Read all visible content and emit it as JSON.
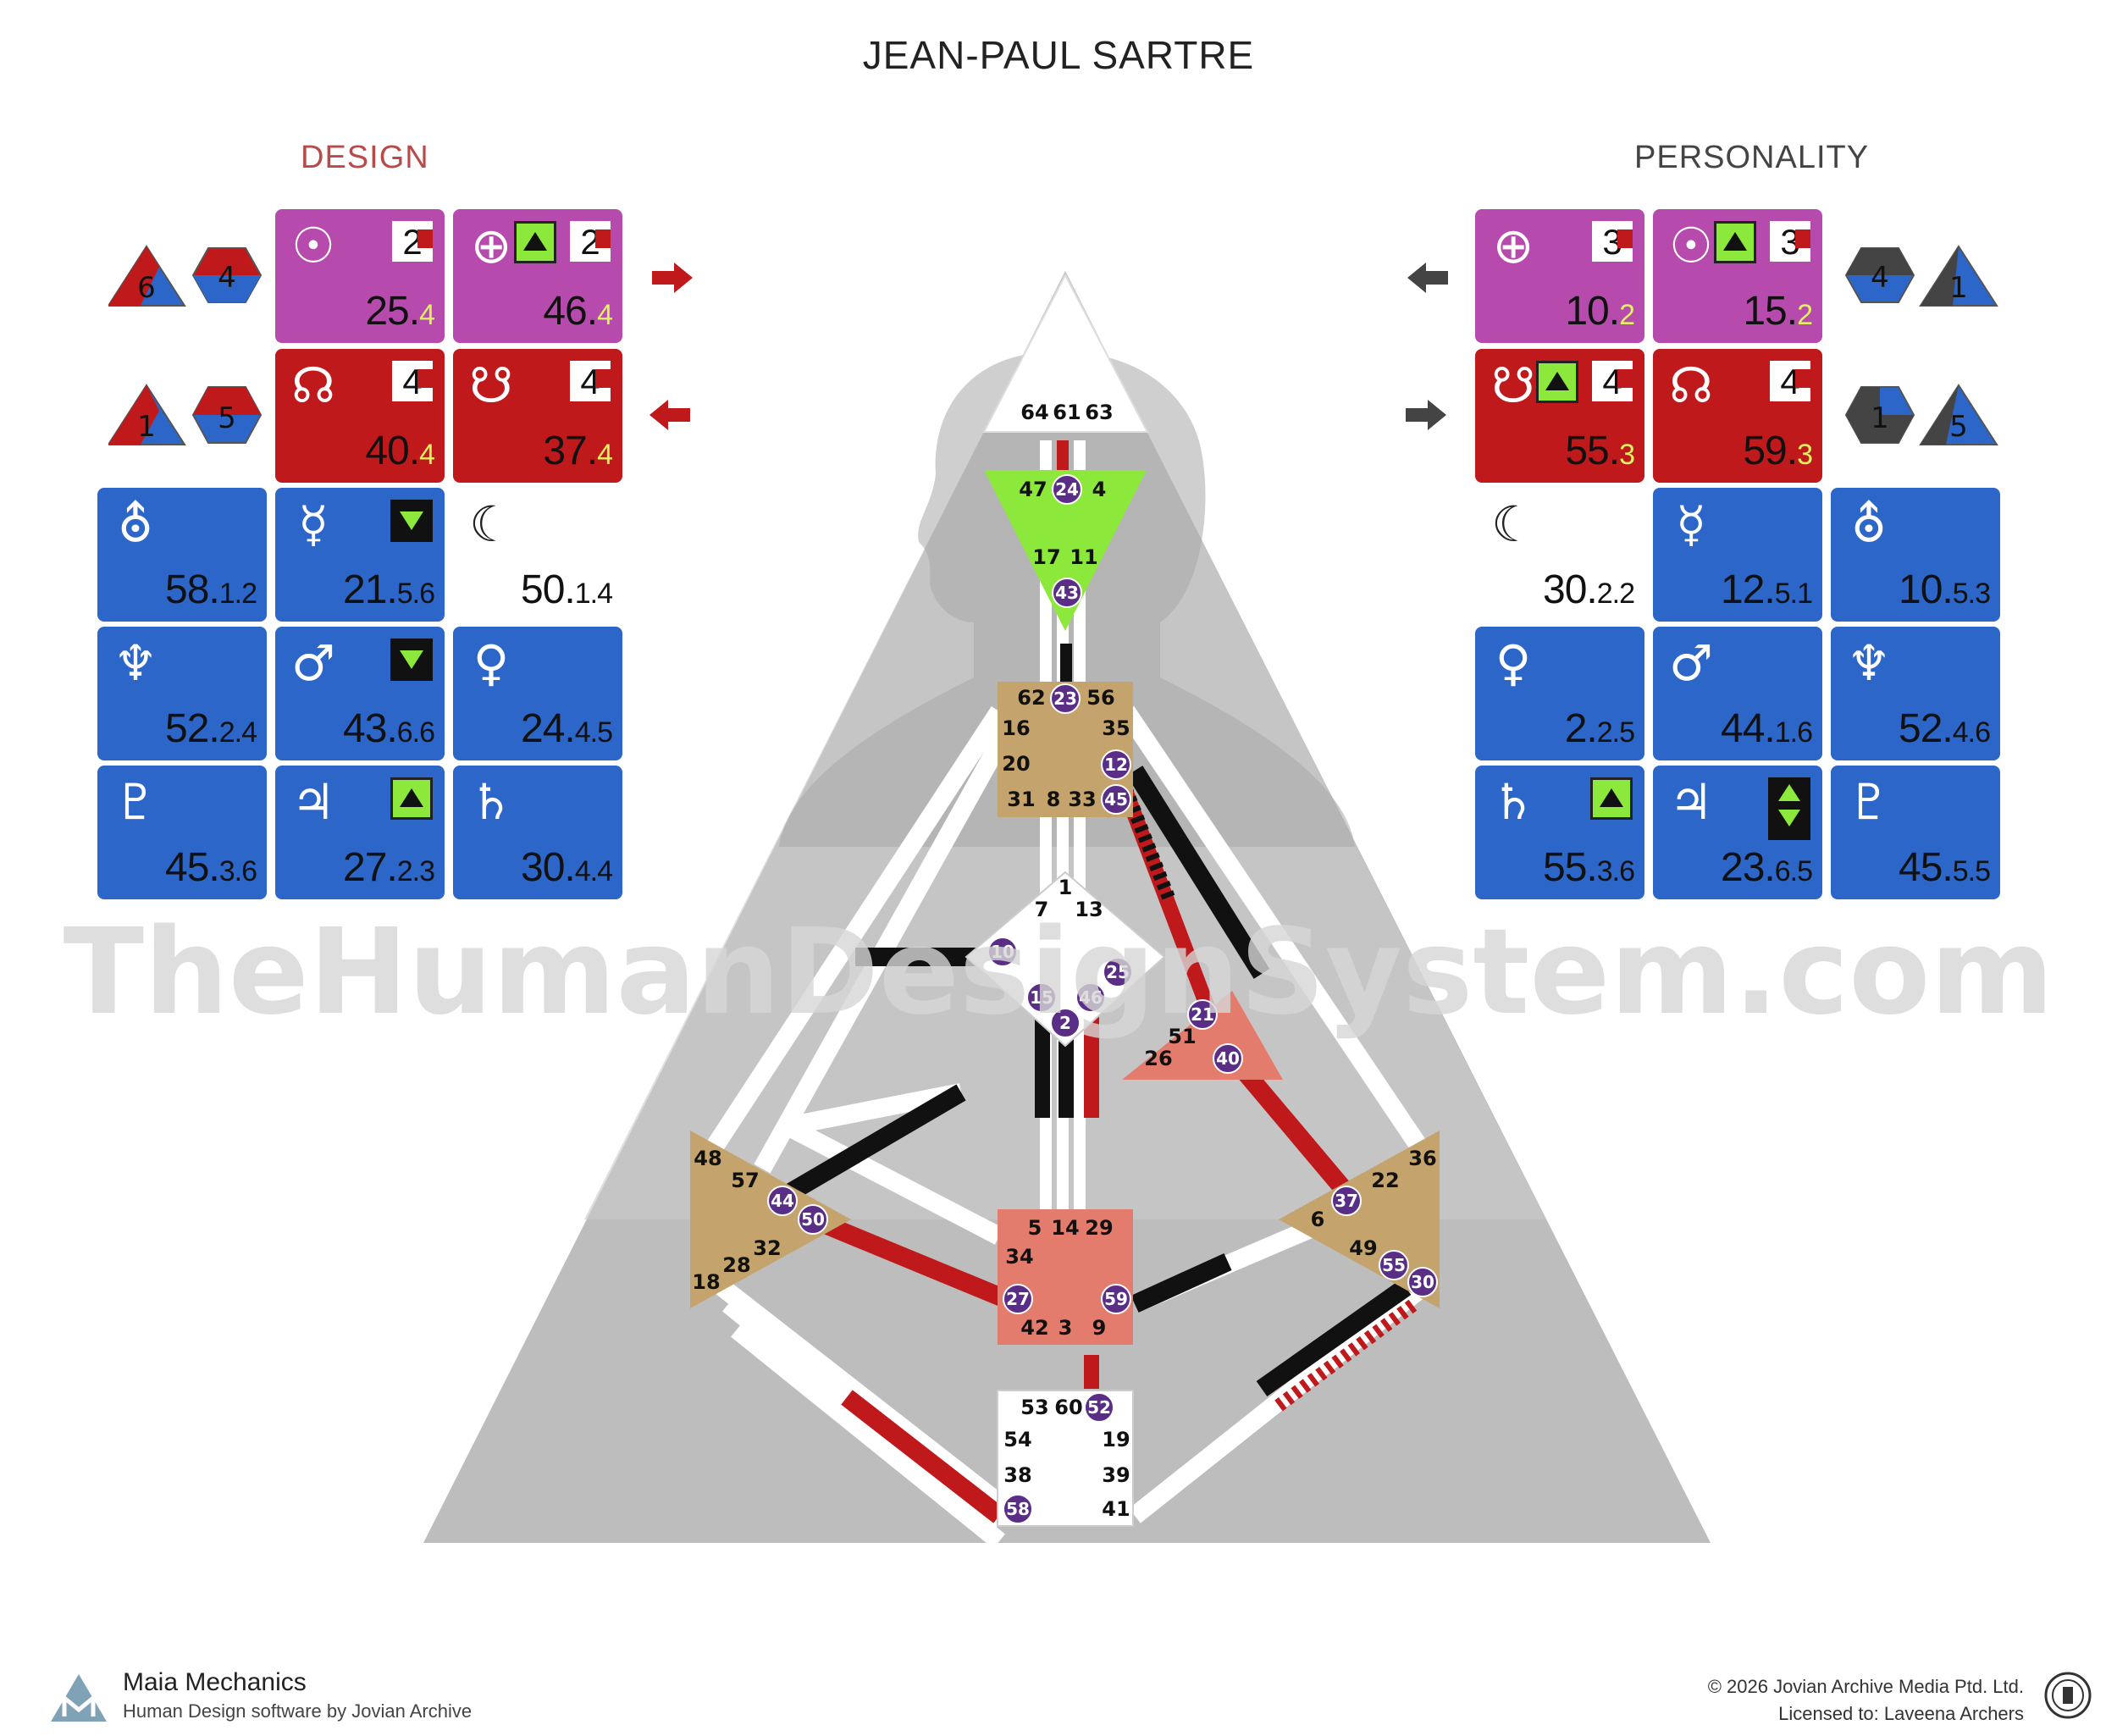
{
  "title": "JEAN-PAUL SARTRE",
  "design_label": "DESIGN",
  "personality_label": "PERSONALITY",
  "watermark": "TheHumanDesignSystem.com",
  "colors": {
    "design_red": "#c0191b",
    "pink": "#b64aad",
    "blue": "#2c66c8",
    "head_green": "#8ce83a",
    "tan": "#c4a46c",
    "salmon": "#e47c6d"
  },
  "design": {
    "side_shapes": [
      {
        "row": 1,
        "left": "6",
        "right": "4"
      },
      {
        "row": 2,
        "left": "1",
        "right": "5"
      }
    ],
    "tiles": [
      {
        "planet": "sun-icon",
        "glyph": "☉",
        "value": "25.",
        "sub": "4",
        "badge": "2"
      },
      {
        "planet": "earth-icon",
        "glyph": "⊕",
        "value": "46.",
        "sub": "4",
        "badge": "2",
        "arrow": "up"
      },
      {
        "planet": "north-node-icon",
        "glyph": "☊",
        "value": "40.",
        "sub": "4",
        "badge": "4"
      },
      {
        "planet": "south-node-icon",
        "glyph": "☋",
        "value": "37.",
        "sub": "4",
        "badge": "4"
      },
      {
        "planet": "uranus-icon",
        "glyph": "⛢",
        "value": "58.",
        "sub": "1.2"
      },
      {
        "planet": "mercury-icon",
        "glyph": "☿",
        "value": "21.",
        "sub": "5.6",
        "arrow": "down"
      },
      {
        "planet": "moon-icon",
        "glyph": "☾",
        "value": "50.",
        "sub": "1.4"
      },
      {
        "planet": "neptune-icon",
        "glyph": "♆",
        "value": "52.",
        "sub": "2.4"
      },
      {
        "planet": "mars-icon",
        "glyph": "♂",
        "value": "43.",
        "sub": "6.6",
        "arrow": "down"
      },
      {
        "planet": "venus-icon",
        "glyph": "♀",
        "value": "24.",
        "sub": "4.5"
      },
      {
        "planet": "pluto-icon",
        "glyph": "♇",
        "value": "45.",
        "sub": "3.6"
      },
      {
        "planet": "jupiter-icon",
        "glyph": "♃",
        "value": "27.",
        "sub": "2.3",
        "arrow": "up"
      },
      {
        "planet": "saturn-icon",
        "glyph": "♄",
        "value": "30.",
        "sub": "4.4"
      }
    ]
  },
  "personality": {
    "side_shapes": [
      {
        "row": 1,
        "left": "4",
        "right": "1"
      },
      {
        "row": 2,
        "left": "1",
        "right": "5"
      }
    ],
    "tiles": [
      {
        "planet": "earth-icon",
        "glyph": "⊕",
        "value": "10.",
        "sub": "2",
        "badge": "3"
      },
      {
        "planet": "sun-icon",
        "glyph": "☉",
        "value": "15.",
        "sub": "2",
        "badge": "3",
        "arrow": "up"
      },
      {
        "planet": "south-node-icon",
        "glyph": "☋",
        "value": "55.",
        "sub": "3",
        "badge": "4",
        "arrow": "up"
      },
      {
        "planet": "north-node-icon",
        "glyph": "☊",
        "value": "59.",
        "sub": "3",
        "badge": "4"
      },
      {
        "planet": "moon-icon",
        "glyph": "☾",
        "value": "30.",
        "sub": "2.2"
      },
      {
        "planet": "mercury-icon",
        "glyph": "☿",
        "value": "12.",
        "sub": "5.1"
      },
      {
        "planet": "uranus-icon",
        "glyph": "⛢",
        "value": "10.",
        "sub": "5.3"
      },
      {
        "planet": "venus-icon",
        "glyph": "♀",
        "value": "2.",
        "sub": "2.5"
      },
      {
        "planet": "mars-icon",
        "glyph": "♂",
        "value": "44.",
        "sub": "1.6"
      },
      {
        "planet": "neptune-icon",
        "glyph": "♆",
        "value": "52.",
        "sub": "4.6"
      },
      {
        "planet": "saturn-icon",
        "glyph": "♄",
        "value": "55.",
        "sub": "3.6",
        "arrow": "up"
      },
      {
        "planet": "jupiter-icon",
        "glyph": "♃",
        "value": "23.",
        "sub": "6.5",
        "arrow": "updown"
      },
      {
        "planet": "pluto-icon",
        "glyph": "♇",
        "value": "45.",
        "sub": "5.5"
      }
    ]
  },
  "gates": {
    "head": [
      "64",
      "61",
      "63"
    ],
    "ajna": [
      "47",
      "24",
      "4",
      "17",
      "11",
      "43"
    ],
    "throat": [
      "62",
      "23",
      "56",
      "16",
      "35",
      "20",
      "12",
      "31",
      "8",
      "33",
      "45"
    ],
    "g": [
      "1",
      "7",
      "13",
      "10",
      "25",
      "15",
      "46",
      "2"
    ],
    "ego": [
      "21",
      "51",
      "26",
      "40"
    ],
    "spleen": [
      "48",
      "57",
      "44",
      "50",
      "32",
      "28",
      "18"
    ],
    "solar_plexus": [
      "36",
      "22",
      "37",
      "6",
      "49",
      "55",
      "30"
    ],
    "sacral": [
      "5",
      "14",
      "29",
      "34",
      "27",
      "59",
      "42",
      "3",
      "9"
    ],
    "root": [
      "53",
      "60",
      "52",
      "54",
      "19",
      "38",
      "39",
      "58",
      "41"
    ]
  },
  "footer": {
    "brand": "Maia Mechanics",
    "subtitle": "Human Design software by Jovian Archive",
    "copyright": "© 2026 Jovian Archive Media Ptd. Ltd.",
    "license": "Licensed to: Laveena Archers"
  }
}
